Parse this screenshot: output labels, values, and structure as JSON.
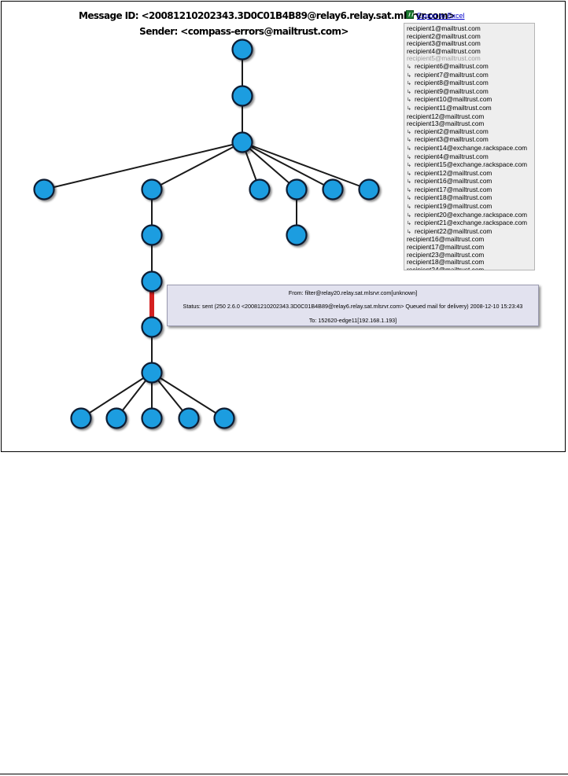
{
  "header": {
    "message_id": "Message ID: <20081210202343.3D0C01B4B89@relay6.relay.sat.mlsrvr.com>",
    "sender": "Sender: <compass-errors@mailtrust.com>"
  },
  "export": {
    "label": "Export to Excel",
    "icon": "excel-icon"
  },
  "recipients": [
    {
      "text": "recipient1@mailtrust.com",
      "forwarded": false,
      "greyed": false
    },
    {
      "text": "recipient2@mailtrust.com",
      "forwarded": false,
      "greyed": false
    },
    {
      "text": "recipient3@mailtrust.com",
      "forwarded": false,
      "greyed": false
    },
    {
      "text": "recipient4@mailtrust.com",
      "forwarded": false,
      "greyed": false
    },
    {
      "text": "recipient5@mailtrust.com",
      "forwarded": false,
      "greyed": true
    },
    {
      "text": "recipient6@mailtrust.com",
      "forwarded": true,
      "greyed": false
    },
    {
      "text": "recipient7@mailtrust.com",
      "forwarded": true,
      "greyed": false
    },
    {
      "text": "recipient8@mailtrust.com",
      "forwarded": true,
      "greyed": false
    },
    {
      "text": "recipient9@mailtrust.com",
      "forwarded": true,
      "greyed": false
    },
    {
      "text": "recipient10@mailtrust.com",
      "forwarded": true,
      "greyed": false
    },
    {
      "text": "recipient11@mailtrust.com",
      "forwarded": true,
      "greyed": false
    },
    {
      "text": "recipient12@mailtrust.com",
      "forwarded": false,
      "greyed": false
    },
    {
      "text": "recipient13@mailtrust.com",
      "forwarded": false,
      "greyed": false
    },
    {
      "text": "recipient2@mailtrust.com",
      "forwarded": true,
      "greyed": false
    },
    {
      "text": "recipient3@mailtrust.com",
      "forwarded": true,
      "greyed": false
    },
    {
      "text": "recipient14@exchange.rackspace.com",
      "forwarded": true,
      "greyed": false
    },
    {
      "text": "recipient4@mailtrust.com",
      "forwarded": true,
      "greyed": false
    },
    {
      "text": "recipient15@exchange.rackspace.com",
      "forwarded": true,
      "greyed": false
    },
    {
      "text": "recipient12@mailtrust.com",
      "forwarded": true,
      "greyed": false
    },
    {
      "text": "recipient16@mailtrust.com",
      "forwarded": true,
      "greyed": false
    },
    {
      "text": "recipient17@mailtrust.com",
      "forwarded": true,
      "greyed": false
    },
    {
      "text": "recipient18@mailtrust.com",
      "forwarded": true,
      "greyed": false
    },
    {
      "text": "recipient19@mailtrust.com",
      "forwarded": true,
      "greyed": false
    },
    {
      "text": "recipient20@exchange.rackspace.com",
      "forwarded": true,
      "greyed": false
    },
    {
      "text": "recipient21@exchange.rackspace.com",
      "forwarded": true,
      "greyed": false
    },
    {
      "text": "recipient22@mailtrust.com",
      "forwarded": true,
      "greyed": false
    },
    {
      "text": "recipient16@mailtrust.com",
      "forwarded": false,
      "greyed": false
    },
    {
      "text": "recipient17@mailtrust.com",
      "forwarded": false,
      "greyed": false
    },
    {
      "text": "recipient23@mailtrust.com",
      "forwarded": false,
      "greyed": false
    },
    {
      "text": "recipient18@mailtrust.com",
      "forwarded": false,
      "greyed": false
    },
    {
      "text": "recipient24@mailtrust.com",
      "forwarded": false,
      "greyed": false
    },
    {
      "text": "recipient22@mailtrust.com",
      "forwarded": false,
      "greyed": false
    }
  ],
  "forward_icon": "forward-arrow-icon",
  "tooltip": {
    "from": "From: filter@relay20.relay.sat.mlsrvr.com[unknown]",
    "status": "Status: sent (250 2.6.0 <20081210202343.3D0C01B4B89@relay6.relay.sat.mlsrvr.com> Queued mail for delivery) 2008-12-10 15:23:43",
    "to": "To: 152620-edge11[192.168.1.193]"
  },
  "colors": {
    "node_fill": "#1a9de0",
    "node_stroke": "#0d1c33",
    "edge": "#1a1a1a",
    "highlight_edge": "#d42020",
    "tooltip_bg": "#e2e2ef",
    "panel_bg": "#eeeeee",
    "link": "#0000cc"
  },
  "graph": {
    "node_count": 23,
    "highlighted_edge": "hop-5-to-hop-6"
  }
}
